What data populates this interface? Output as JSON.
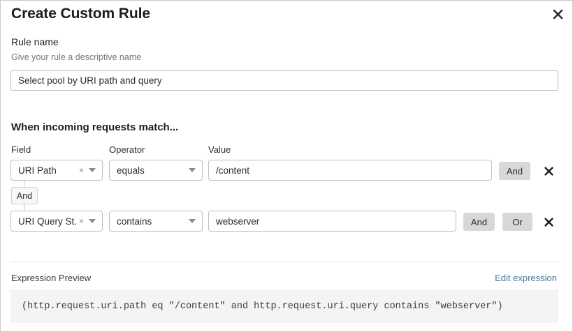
{
  "dialog": {
    "title": "Create Custom Rule",
    "close_icon": "close-icon"
  },
  "rule_name": {
    "label": "Rule name",
    "help": "Give your rule a descriptive name",
    "value": "Select pool by URI path and query",
    "placeholder": ""
  },
  "conditions": {
    "heading": "When incoming requests match...",
    "columns": {
      "field": "Field",
      "operator": "Operator",
      "value": "Value"
    },
    "group_connector": "And",
    "rows": [
      {
        "field": "URI Path",
        "clear_icon": "×",
        "operator": "equals",
        "value": "/content",
        "buttons": [
          "And"
        ],
        "delete_icon": "close-icon"
      },
      {
        "field": "URI Query St...",
        "clear_icon": "×",
        "operator": "contains",
        "value": "webserver",
        "buttons": [
          "And",
          "Or"
        ],
        "delete_icon": "close-icon"
      }
    ]
  },
  "expression": {
    "label": "Expression Preview",
    "edit_link": "Edit expression",
    "code": "(http.request.uri.path eq \"/content\" and http.request.uri.query contains \"webserver\")"
  },
  "colors": {
    "link": "#3f7da1",
    "button_fill": "#d8d8d8",
    "code_bg": "#f4f4f4"
  }
}
